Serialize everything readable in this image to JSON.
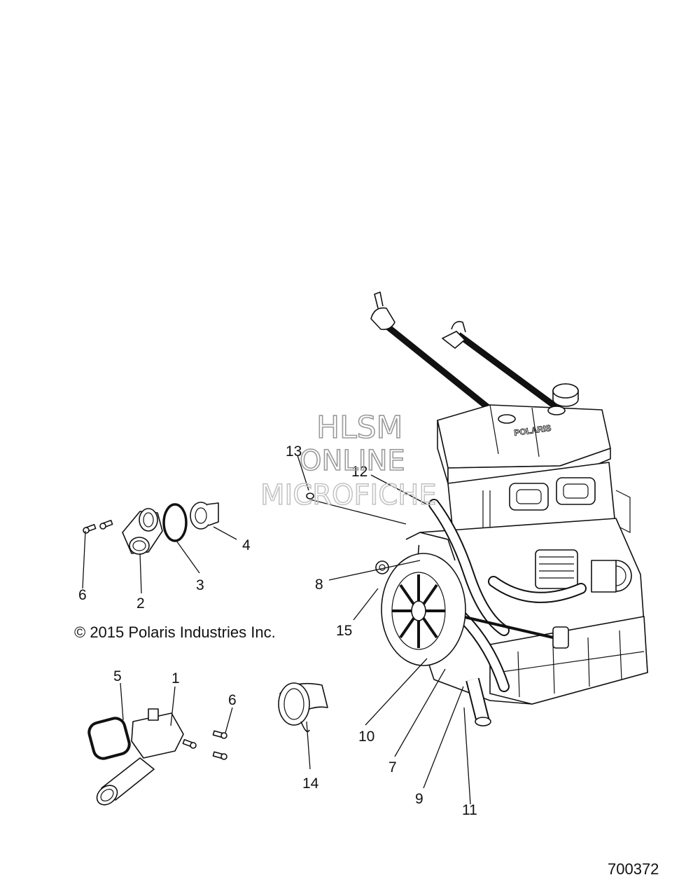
{
  "watermark": {
    "line1": "HLSM",
    "line2": "ONLINE",
    "line3": "MICROFICHE"
  },
  "copyright": "© 2015 Polaris Industries Inc.",
  "figure_number": "700372",
  "callouts": [
    "1",
    "2",
    "3",
    "4",
    "5",
    "6",
    "6",
    "7",
    "8",
    "9",
    "10",
    "11",
    "12",
    "13",
    "14",
    "15"
  ],
  "engine_logo": "POLARIS"
}
